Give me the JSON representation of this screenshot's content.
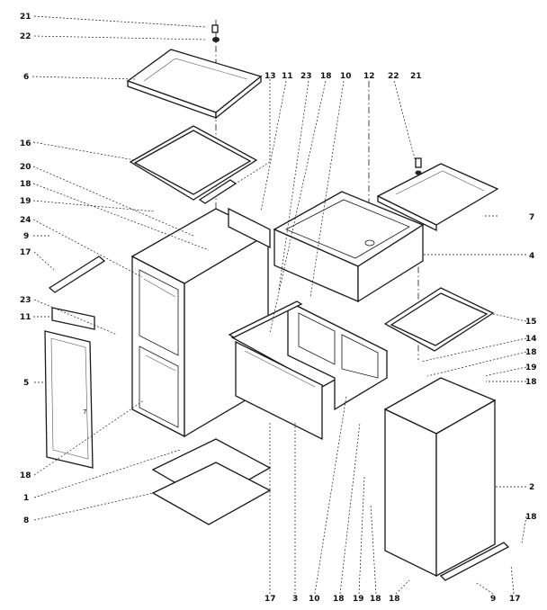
{
  "labels": {
    "l21a": "21",
    "l22a": "22",
    "l6": "6",
    "l16": "16",
    "l20": "20",
    "l18a": "18",
    "l19a": "19",
    "l24": "24",
    "l9a": "9",
    "l17a": "17",
    "l23a": "23",
    "l11a": "11",
    "l5": "5",
    "l18b": "18",
    "l1": "1",
    "l8": "8",
    "l13": "13",
    "l11b": "11",
    "l23b": "23",
    "l18t": "18",
    "l10t": "10",
    "l12": "12",
    "l22b": "22",
    "l21b": "21",
    "l7": "7",
    "l4": "4",
    "l15": "15",
    "l14": "14",
    "l18c": "18",
    "l19b": "19",
    "l18d": "18",
    "l2": "2",
    "l18e": "18",
    "b17": "17",
    "b3": "3",
    "b10": "10",
    "b18a": "18",
    "b19": "19",
    "b18b": "18",
    "b18c": "18",
    "b9": "9",
    "b17b": "17"
  },
  "marks": {
    "part7_tick": "7"
  },
  "colors": {
    "line": "#1a1a1a",
    "background": "#ffffff"
  }
}
